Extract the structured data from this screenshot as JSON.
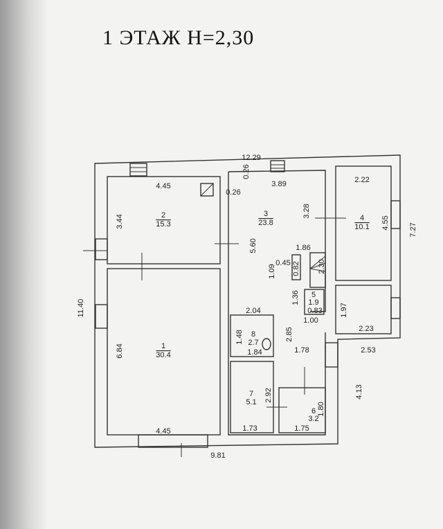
{
  "title": "1 ЭТАЖ  Н=2,30",
  "rooms": [
    {
      "number": "1",
      "area": "30.4"
    },
    {
      "number": "2",
      "area": "15.3"
    },
    {
      "number": "3",
      "area": "23.8"
    },
    {
      "number": "4",
      "area": "10.1"
    },
    {
      "number": "5",
      "area": "1.9"
    },
    {
      "number": "6",
      "area": "3.2"
    },
    {
      "number": "7",
      "area": "5.1"
    },
    {
      "number": "8",
      "area": "2.7"
    }
  ],
  "dimensions": {
    "overall_top": "12.29",
    "overall_left": "11.40",
    "overall_bottom": "9.81",
    "right_upper": "7.27",
    "right_lower": "4.13",
    "ledge": "2.53",
    "r2_width": "4.45",
    "r2_height": "3.44",
    "r1_width": "4.45",
    "r1_height": "6.84",
    "r3_width": "3.89",
    "r3_height": "5.60",
    "r3_right": "3.28",
    "r3_corner_a": "0.26",
    "r3_corner_b": "0.26",
    "stair_width": "1.86",
    "stair_len": "2.30",
    "niche_a": "0.45",
    "niche_b": "0.82",
    "niche_c": "1.09",
    "r5_depth": "1.36",
    "r5_width": "0.83",
    "r5_door": "1.00",
    "r4_width": "2.22",
    "r4_height": "4.55",
    "small_height": "1.97",
    "small_width": "2.23",
    "r8_top": "2.04",
    "r8_height": "1.48",
    "r8_width": "1.84",
    "hall_height": "2.85",
    "hall_width": "1.78",
    "r7_height": "2.92",
    "r7_width": "1.73",
    "r6_width": "1.75",
    "r6_height": "1.80"
  }
}
